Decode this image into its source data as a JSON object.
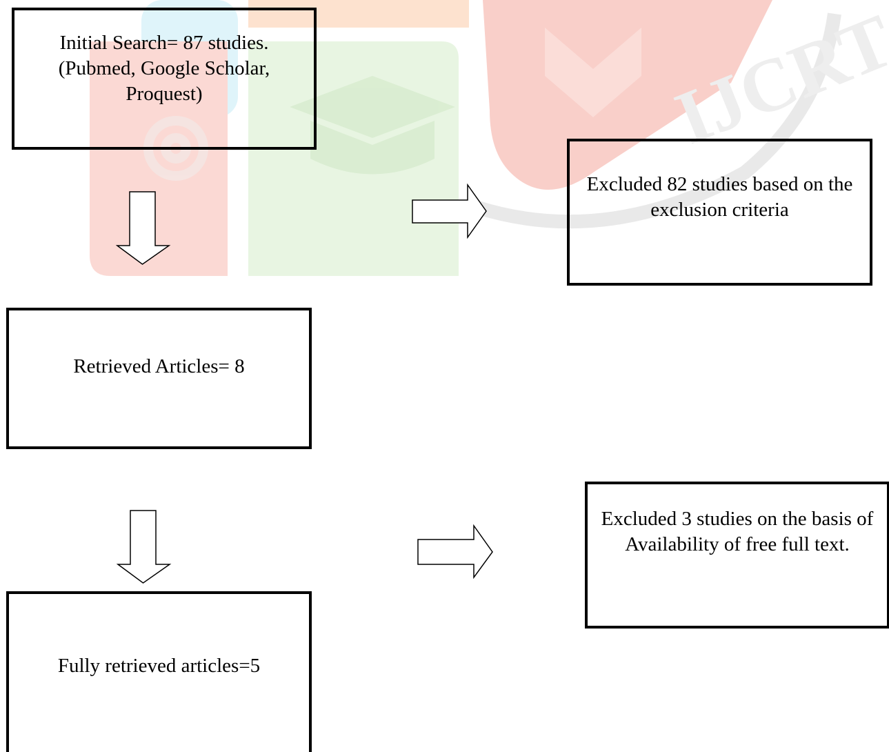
{
  "colors": {
    "border": "#000000",
    "text": "#000000",
    "arrow_fill": "#ffffff",
    "watermark_red": "#f7c9c3",
    "watermark_green": "#e3f2dc",
    "watermark_blue": "#d9f2f8",
    "watermark_grey": "#e6e6e6"
  },
  "boxes": {
    "initial_search": "Initial Search= 87 studies. (Pubmed, Google Scholar, Proquest)",
    "excluded_82": "Excluded 82 studies based on the exclusion criteria",
    "retrieved": "Retrieved Articles= 8",
    "excluded_3": "Excluded 3 studies on the basis of Availability of free full text.",
    "fully_retrieved": "Fully retrieved articles=5"
  },
  "arrows": {
    "down_1": "down-arrow-icon",
    "right_1": "right-arrow-icon",
    "down_2": "down-arrow-icon",
    "right_2": "right-arrow-icon"
  },
  "watermark": {
    "text": "IJCRT",
    "icons": [
      "gear-icon",
      "graduation-cap-icon",
      "book-icon"
    ]
  }
}
